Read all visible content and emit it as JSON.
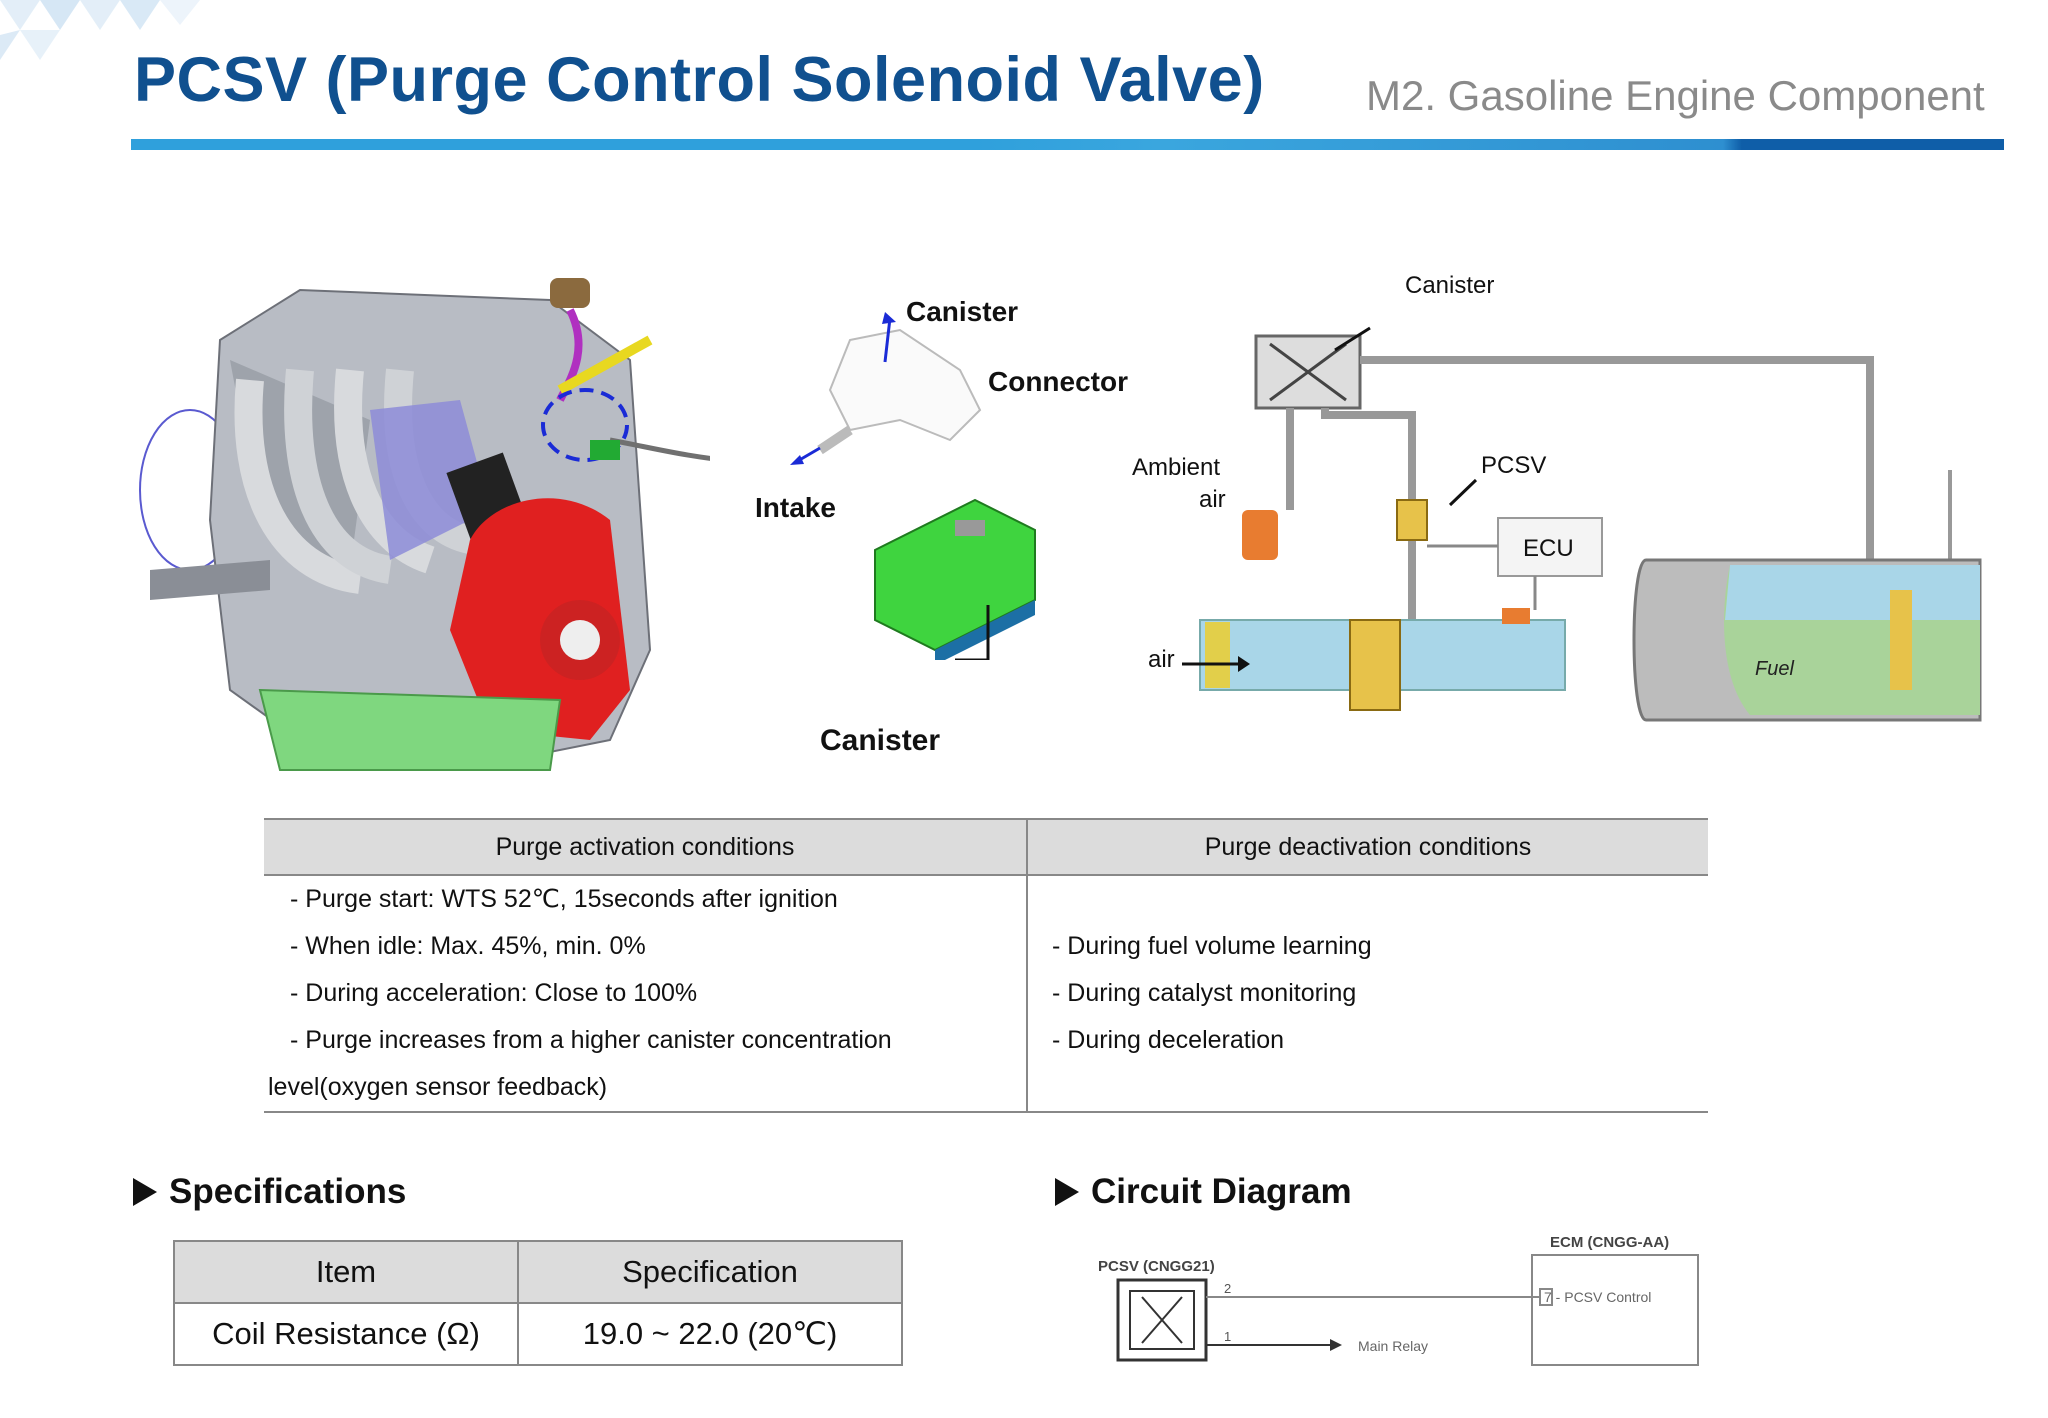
{
  "header": {
    "title": "PCSV (Purge Control Solenoid Valve)",
    "subtitle": "M2. Gasoline Engine Component"
  },
  "component_labels": {
    "canister_top": "Canister",
    "connector": "Connector",
    "intake": "Intake",
    "canister_bottom": "Canister"
  },
  "system_diagram": {
    "canister": "Canister",
    "pcsv": "PCSV",
    "ambient_air_1": "Ambient",
    "ambient_air_2": "air",
    "ecu": "ECU",
    "air": "air",
    "fuel": "Fuel"
  },
  "conditions_table": {
    "headers": [
      "Purge activation conditions",
      "Purge deactivation conditions"
    ],
    "activation": [
      "- Purge start: WTS 52℃, 15seconds after ignition",
      "- When idle: Max. 45%, min. 0%",
      "- During acceleration: Close to 100%",
      "- Purge increases from a higher canister concentration",
      "level(oxygen sensor feedback)"
    ],
    "deactivation": [
      "- During fuel volume learning",
      "- During catalyst monitoring",
      "- During deceleration"
    ]
  },
  "specifications": {
    "heading": "Specifications",
    "headers": [
      "Item",
      "Specification"
    ],
    "rows": [
      [
        "Coil Resistance (Ω)",
        "19.0 ~ 22.0  (20℃)"
      ]
    ]
  },
  "circuit": {
    "heading": "Circuit Diagram",
    "pcsv_label": "PCSV (CNGG21)",
    "ecm_label": "ECM (CNGG-AA)",
    "pin2": "2",
    "pin1": "1",
    "ecm_pin": "7 - PCSV Control",
    "main_relay": "Main Relay"
  },
  "colors": {
    "title": "#10508f",
    "rule_light": "#2fa0dc",
    "rule_dark": "#0f5ea8",
    "table_header_bg": "#dcdcdc"
  }
}
